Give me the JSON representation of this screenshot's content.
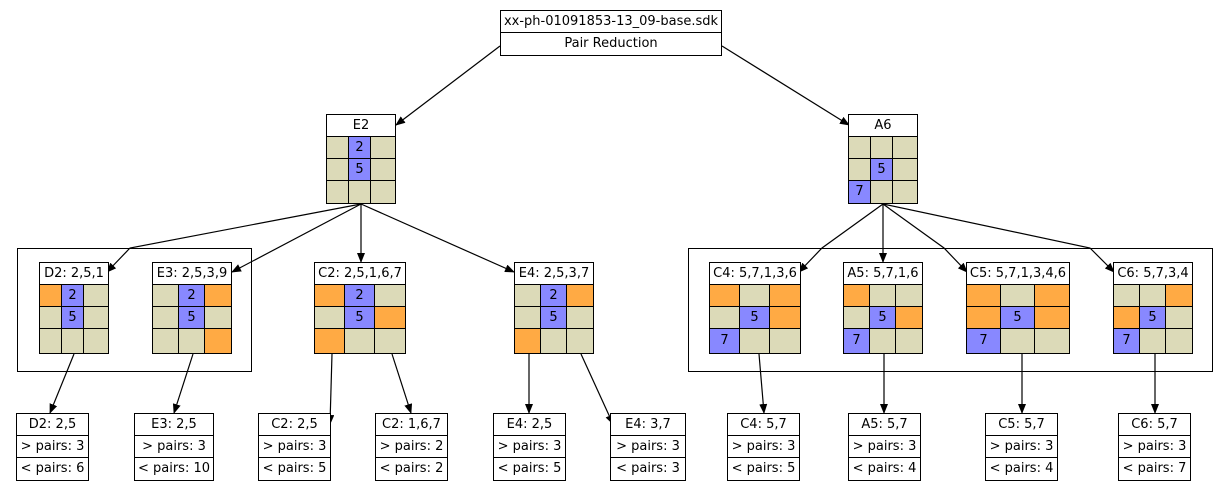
{
  "root": {
    "title": "xx-ph-01091853-13_09-base.sdk",
    "subtitle": "Pair Reduction"
  },
  "colors": {
    "blue": "#8888ff",
    "orange": "#ffaa44",
    "beige": "#dcdab8"
  },
  "grids": {
    "E2": {
      "title": "E2",
      "cells": [
        [
          "",
          "2",
          ""
        ],
        [
          "",
          "5",
          ""
        ],
        [
          "",
          "",
          ""
        ]
      ],
      "colors": [
        [
          "n",
          "b",
          "n"
        ],
        [
          "n",
          "b",
          "n"
        ],
        [
          "n",
          "n",
          "n"
        ]
      ]
    },
    "A6": {
      "title": "A6",
      "cells": [
        [
          "",
          "",
          ""
        ],
        [
          "",
          "5",
          ""
        ],
        [
          "7",
          "",
          ""
        ]
      ],
      "colors": [
        [
          "n",
          "n",
          "n"
        ],
        [
          "n",
          "b",
          "n"
        ],
        [
          "b",
          "n",
          "n"
        ]
      ]
    },
    "D2": {
      "title": "D2: 2,5,1",
      "cells": [
        [
          "",
          "2",
          ""
        ],
        [
          "",
          "5",
          ""
        ],
        [
          "",
          "",
          ""
        ]
      ],
      "colors": [
        [
          "o",
          "b",
          "n"
        ],
        [
          "n",
          "b",
          "n"
        ],
        [
          "n",
          "n",
          "n"
        ]
      ]
    },
    "E3": {
      "title": "E3: 2,5,3,9",
      "cells": [
        [
          "",
          "2",
          ""
        ],
        [
          "",
          "5",
          ""
        ],
        [
          "",
          "",
          ""
        ]
      ],
      "colors": [
        [
          "n",
          "b",
          "o"
        ],
        [
          "n",
          "b",
          "n"
        ],
        [
          "n",
          "n",
          "o"
        ]
      ]
    },
    "C2": {
      "title": "C2: 2,5,1,6,7",
      "cells": [
        [
          "",
          "2",
          ""
        ],
        [
          "",
          "5",
          ""
        ],
        [
          "",
          "",
          ""
        ]
      ],
      "colors": [
        [
          "o",
          "b",
          "n"
        ],
        [
          "n",
          "b",
          "o"
        ],
        [
          "o",
          "n",
          "n"
        ]
      ]
    },
    "E4": {
      "title": "E4: 2,5,3,7",
      "cells": [
        [
          "",
          "2",
          ""
        ],
        [
          "",
          "5",
          ""
        ],
        [
          "",
          "",
          ""
        ]
      ],
      "colors": [
        [
          "n",
          "b",
          "o"
        ],
        [
          "n",
          "b",
          "n"
        ],
        [
          "o",
          "n",
          "n"
        ]
      ]
    },
    "C4": {
      "title": "C4: 5,7,1,3,6",
      "cells": [
        [
          "",
          "",
          ""
        ],
        [
          "",
          "5",
          ""
        ],
        [
          "7",
          "",
          ""
        ]
      ],
      "colors": [
        [
          "o",
          "n",
          "o"
        ],
        [
          "n",
          "b",
          "o"
        ],
        [
          "b",
          "n",
          "n"
        ]
      ]
    },
    "A5": {
      "title": "A5: 5,7,1,6",
      "cells": [
        [
          "",
          "",
          ""
        ],
        [
          "",
          "5",
          ""
        ],
        [
          "7",
          "",
          ""
        ]
      ],
      "colors": [
        [
          "o",
          "n",
          "n"
        ],
        [
          "n",
          "b",
          "o"
        ],
        [
          "b",
          "n",
          "n"
        ]
      ]
    },
    "C5": {
      "title": "C5: 5,7,1,3,4,6",
      "cells": [
        [
          "",
          "",
          ""
        ],
        [
          "",
          "5",
          ""
        ],
        [
          "7",
          "",
          ""
        ]
      ],
      "colors": [
        [
          "o",
          "n",
          "o"
        ],
        [
          "o",
          "b",
          "o"
        ],
        [
          "b",
          "n",
          "n"
        ]
      ]
    },
    "C6": {
      "title": "C6: 5,7,3,4",
      "cells": [
        [
          "",
          "",
          ""
        ],
        [
          "",
          "5",
          ""
        ],
        [
          "7",
          "",
          ""
        ]
      ],
      "colors": [
        [
          "n",
          "n",
          "o"
        ],
        [
          "o",
          "b",
          "n"
        ],
        [
          "b",
          "n",
          "n"
        ]
      ]
    }
  },
  "leaves": {
    "D2": {
      "title": "D2: 2,5",
      "gt": "> pairs: 3",
      "lt": "< pairs: 6"
    },
    "E3": {
      "title": "E3: 2,5",
      "gt": "> pairs: 3",
      "lt": "< pairs: 10"
    },
    "C2a": {
      "title": "C2: 2,5",
      "gt": "> pairs: 3",
      "lt": "< pairs: 5"
    },
    "C2b": {
      "title": "C2: 1,6,7",
      "gt": "> pairs: 2",
      "lt": "< pairs: 2"
    },
    "E4a": {
      "title": "E4: 2,5",
      "gt": "> pairs: 3",
      "lt": "< pairs: 5"
    },
    "E4b": {
      "title": "E4: 3,7",
      "gt": "> pairs: 3",
      "lt": "< pairs: 3"
    },
    "C4": {
      "title": "C4: 5,7",
      "gt": "> pairs: 3",
      "lt": "< pairs: 5"
    },
    "A5": {
      "title": "A5: 5,7",
      "gt": "> pairs: 3",
      "lt": "< pairs: 4"
    },
    "C5": {
      "title": "C5: 5,7",
      "gt": "> pairs: 3",
      "lt": "< pairs: 4"
    },
    "C6": {
      "title": "C6: 5,7",
      "gt": "> pairs: 3",
      "lt": "< pairs: 7"
    }
  }
}
